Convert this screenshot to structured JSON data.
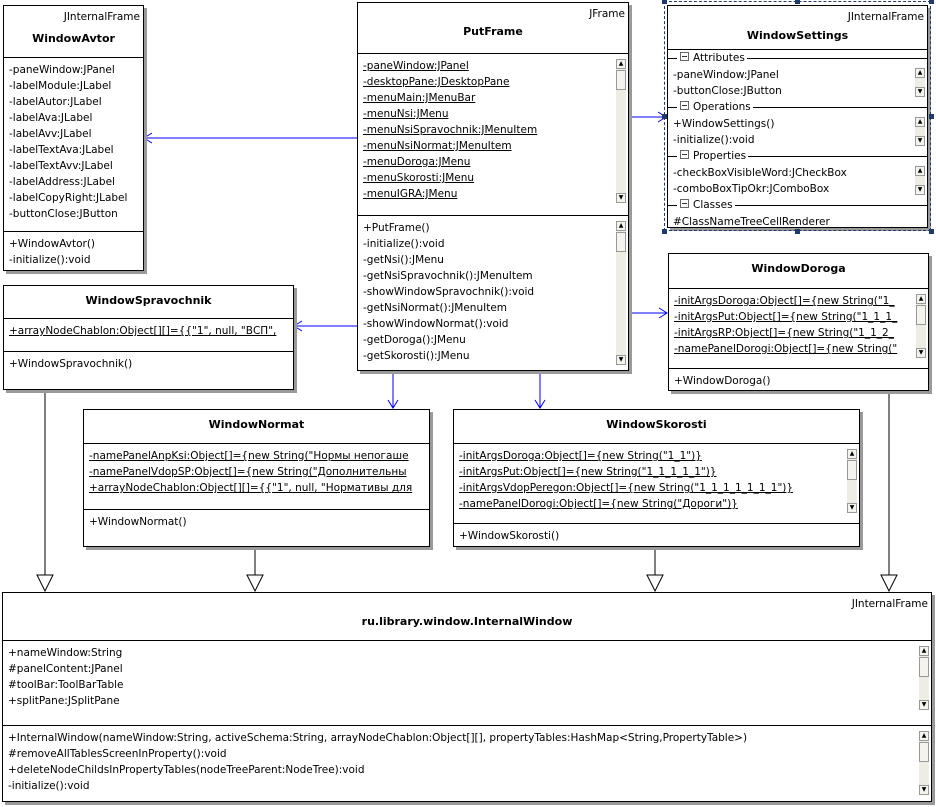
{
  "colors": {
    "dependency": "#0000ff",
    "generalization": "#000000",
    "selection": "#1f3a6b"
  },
  "classes": [
    {
      "id": "window-avtor",
      "stereotype": "JInternalFrame",
      "name": "WindowAvtor",
      "sections": [
        {
          "items": [
            {
              "text": "-paneWindow:JPanel"
            },
            {
              "text": "-labelModule:JLabel"
            },
            {
              "text": "-labelAutor:JLabel"
            },
            {
              "text": "-labelAva:JLabel"
            },
            {
              "text": "-labelAvv:JLabel"
            },
            {
              "text": "-labelTextAva:JLabel"
            },
            {
              "text": "-labelTextAvv:JLabel"
            },
            {
              "text": "-labelAddress:JLabel"
            },
            {
              "text": "-labelCopyRight:JLabel"
            },
            {
              "text": "-buttonClose:JButton"
            }
          ]
        },
        {
          "items": [
            {
              "text": "+WindowAvtor()"
            },
            {
              "text": "-initialize():void"
            }
          ]
        }
      ]
    },
    {
      "id": "put-frame",
      "stereotype": "JFrame",
      "name": "PutFrame",
      "sections": [
        {
          "scroll": true,
          "items": [
            {
              "text": "-paneWindow:JPanel",
              "static": true
            },
            {
              "text": "-desktopPane:JDesktopPane",
              "static": true
            },
            {
              "text": "-menuMain:JMenuBar",
              "static": true
            },
            {
              "text": "-menuNsi:JMenu",
              "static": true
            },
            {
              "text": "-menuNsiSpravochnik:JMenuItem",
              "static": true
            },
            {
              "text": "-menuNsiNormat:JMenuItem",
              "static": true
            },
            {
              "text": "-menuDoroga:JMenu",
              "static": true
            },
            {
              "text": "-menuSkorosti:JMenu",
              "static": true
            },
            {
              "text": "-menuIGRA:JMenu",
              "static": true
            }
          ]
        },
        {
          "scroll": true,
          "items": [
            {
              "text": "+PutFrame()"
            },
            {
              "text": "-initialize():void"
            },
            {
              "text": "-getNsi():JMenu"
            },
            {
              "text": "-getNsiSpravochnik():JMenuItem"
            },
            {
              "text": "-showWindowSpravochnik():void"
            },
            {
              "text": "-getNsiNormat():JMenuItem"
            },
            {
              "text": "-showWindowNormat():void"
            },
            {
              "text": "-getDoroga():JMenu"
            },
            {
              "text": "-getSkorosti():JMenu"
            }
          ]
        }
      ]
    },
    {
      "id": "window-settings",
      "stereotype": "JInternalFrame",
      "name": "WindowSettings",
      "selected": true,
      "sections": [
        {
          "title": "Attributes",
          "scroll": true,
          "items": [
            {
              "text": "-paneWindow:JPanel"
            },
            {
              "text": "-buttonClose:JButton"
            }
          ]
        },
        {
          "title": "Operations",
          "scroll": true,
          "items": [
            {
              "text": "+WindowSettings()"
            },
            {
              "text": "-initialize():void"
            }
          ]
        },
        {
          "title": "Properties",
          "scroll": true,
          "items": [
            {
              "text": "-checkBoxVisibleWord:JCheckBox"
            },
            {
              "text": "-comboBoxTipOkr:JComboBox"
            }
          ]
        },
        {
          "title": "Classes",
          "items": [
            {
              "text": "#ClassNameTreeCellRenderer"
            }
          ]
        }
      ]
    },
    {
      "id": "window-doroga",
      "name": "WindowDoroga",
      "sections": [
        {
          "scroll": true,
          "items": [
            {
              "text": "-initArgsDoroga:Object[]={new String(\"1_",
              "static": true
            },
            {
              "text": "-initArgsPut:Object[]={new String(\"1_1_1_",
              "static": true
            },
            {
              "text": "-initArgsRP:Object[]={new String(\"1_1_2_",
              "static": true
            },
            {
              "text": "-namePanelDorogi:Object[]={new String(\"",
              "static": true
            }
          ]
        },
        {
          "items": [
            {
              "text": "+WindowDoroga()"
            }
          ]
        }
      ]
    },
    {
      "id": "window-spravochnik",
      "name": "WindowSpravochnik",
      "sections": [
        {
          "items": [
            {
              "text": "+arrayNodeChablon:Object[][]={{\"1\", null, \"ВСП\",",
              "static": true
            }
          ]
        },
        {
          "items": [
            {
              "text": "+WindowSpravochnik()"
            }
          ]
        }
      ]
    },
    {
      "id": "window-normat",
      "name": "WindowNormat",
      "sections": [
        {
          "items": [
            {
              "text": "-namePanelAnpKsi:Object[]={new String(\"Нормы непогаше",
              "static": true
            },
            {
              "text": "-namePanelVdopSP:Object[]={new String(\"Дополнительны",
              "static": true
            },
            {
              "text": "+arrayNodeChablon:Object[][]={{\"1\", null, \"Нормативы для",
              "static": true
            }
          ]
        },
        {
          "items": [
            {
              "text": "+WindowNormat()"
            }
          ]
        }
      ]
    },
    {
      "id": "window-skorosti",
      "name": "WindowSkorosti",
      "sections": [
        {
          "scroll": true,
          "items": [
            {
              "text": "-initArgsDoroga:Object[]={new String(\"1_1\")}",
              "static": true
            },
            {
              "text": "-initArgsPut:Object[]={new String(\"1_1_1_1_1\")}",
              "static": true
            },
            {
              "text": "-initArgsVdopPeregon:Object[]={new String(\"1_1_1_1_1_1_1\")}",
              "static": true
            },
            {
              "text": "-namePanelDorogi:Object[]={new String(\"Дороги\")}",
              "static": true
            }
          ]
        },
        {
          "items": [
            {
              "text": "+WindowSkorosti()"
            }
          ]
        }
      ]
    },
    {
      "id": "internal-window",
      "stereotype": "JInternalFrame",
      "name": "ru.library.window.InternalWindow",
      "sections": [
        {
          "scroll": true,
          "items": [
            {
              "text": "+nameWindow:String"
            },
            {
              "text": "#panelContent:JPanel"
            },
            {
              "text": "#toolBar:ToolBarTable"
            },
            {
              "text": "+splitPane:JSplitPane"
            }
          ]
        },
        {
          "scroll": true,
          "items": [
            {
              "text": "+InternalWindow(nameWindow:String, activeSchema:String, arrayNodeChablon:Object[][], propertyTables:HashMap<String,PropertyTable>)"
            },
            {
              "text": "#removeAllTablesScreenInProperty():void"
            },
            {
              "text": "+deleteNodeChildsInPropertyTables(nodeTreeParent:NodeTree):void"
            },
            {
              "text": "-initialize():void"
            }
          ]
        }
      ]
    }
  ],
  "relations": [
    {
      "type": "dependency",
      "from": "put-frame",
      "to": "window-avtor"
    },
    {
      "type": "dependency",
      "from": "put-frame",
      "to": "window-settings"
    },
    {
      "type": "dependency",
      "from": "put-frame",
      "to": "window-spravochnik"
    },
    {
      "type": "dependency",
      "from": "put-frame",
      "to": "window-doroga"
    },
    {
      "type": "dependency",
      "from": "put-frame",
      "to": "window-normat"
    },
    {
      "type": "dependency",
      "from": "put-frame",
      "to": "window-skorosti"
    },
    {
      "type": "generalization",
      "from": "window-spravochnik",
      "to": "internal-window"
    },
    {
      "type": "generalization",
      "from": "window-normat",
      "to": "internal-window"
    },
    {
      "type": "generalization",
      "from": "window-skorosti",
      "to": "internal-window"
    },
    {
      "type": "generalization",
      "from": "window-doroga",
      "to": "internal-window"
    }
  ]
}
